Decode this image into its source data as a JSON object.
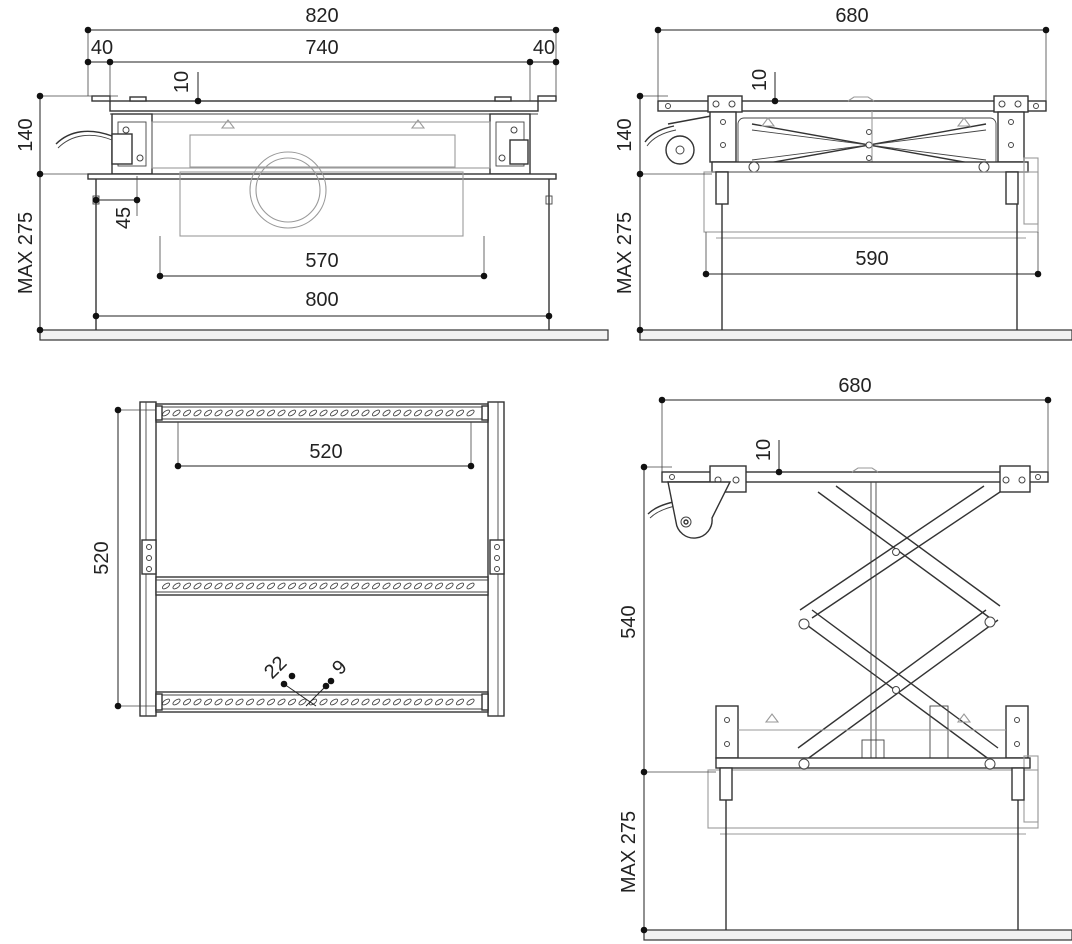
{
  "views": {
    "front": {
      "dim_total_width": "820",
      "dim_left_margin": "40",
      "dim_inner_width": "740",
      "dim_right_margin": "40",
      "dim_plate": "10",
      "dim_height": "140",
      "dim_drop": "MAX 275",
      "dim_rod_offset": "45",
      "dim_projector_width": "570",
      "dim_rod_span": "800"
    },
    "side": {
      "dim_total_width": "680",
      "dim_plate": "10",
      "dim_height": "140",
      "dim_drop": "MAX 275",
      "dim_projector_width": "590"
    },
    "top": {
      "dim_hole_span": "520",
      "dim_depth": "520",
      "dim_hole_22": "22",
      "dim_hole_9": "9"
    },
    "extended": {
      "dim_total_width": "680",
      "dim_plate": "10",
      "dim_stroke": "540",
      "dim_drop": "MAX 275"
    }
  }
}
